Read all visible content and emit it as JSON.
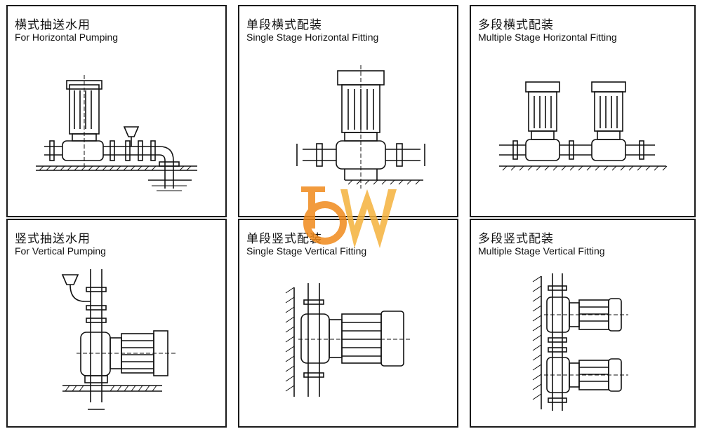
{
  "panels": [
    {
      "zh": "横式抽送水用",
      "en": "For Horizontal Pumping"
    },
    {
      "zh": "单段横式配装",
      "en": "Single Stage Horizontal Fitting"
    },
    {
      "zh": "多段横式配装",
      "en": "Multiple Stage Horizontal Fitting"
    },
    {
      "zh": "竖式抽送水用",
      "en": "For Vertical Pumping"
    },
    {
      "zh": "单段竖式配装",
      "en": "Single Stage Vertical Fitting"
    },
    {
      "zh": "多段竖式配装",
      "en": "Multiple Stage Vertical Fitting"
    }
  ],
  "logo": {
    "text": "bw",
    "color_b": "#f08a1c",
    "color_w": "#f4b23c"
  }
}
